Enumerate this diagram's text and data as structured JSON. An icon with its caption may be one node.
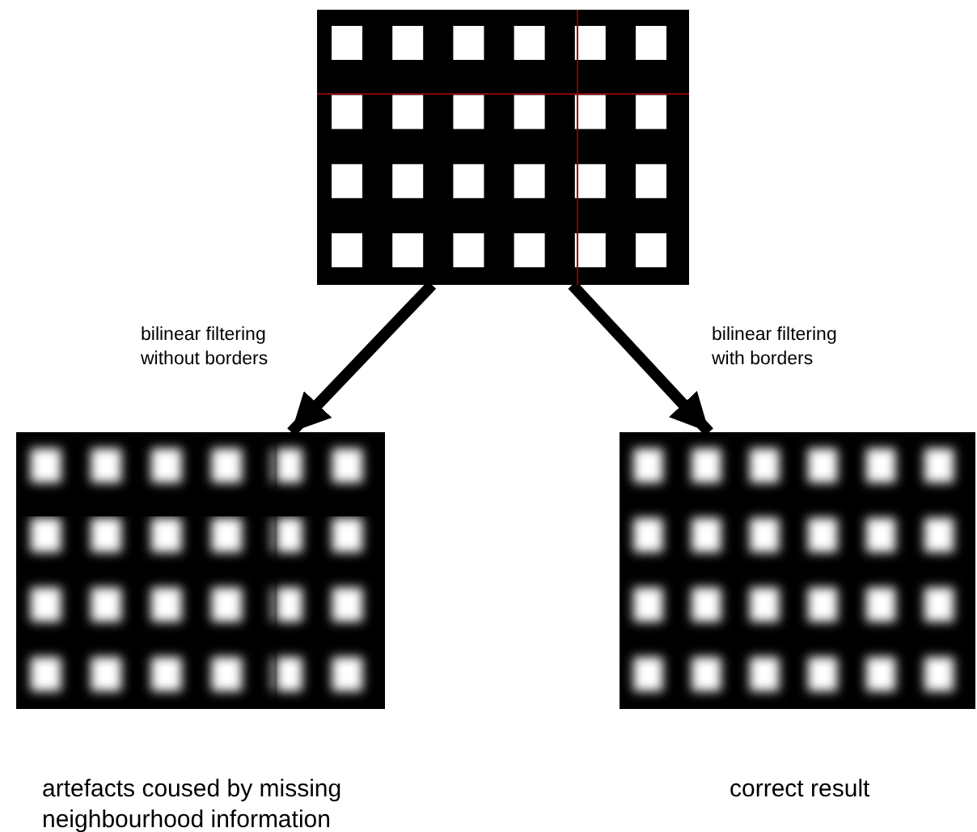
{
  "diagram": {
    "nodes": [
      {
        "text": [],
        "shape": "picture"
      },
      {
        "text": [],
        "shape": "picture",
        "beside": [
          "artefacts coused by missing neighbourhood information"
        ]
      },
      {
        "text": [],
        "shape": "picture",
        "beside": [
          "correct result"
        ]
      }
    ],
    "edges": [
      {
        "from": 0,
        "to": 1,
        "arrow": "to",
        "label": "bilinear filtering without borders"
      },
      {
        "from": 0,
        "to": 2,
        "arrow": "to",
        "label": "bilinear filtering with borders"
      }
    ]
  }
}
